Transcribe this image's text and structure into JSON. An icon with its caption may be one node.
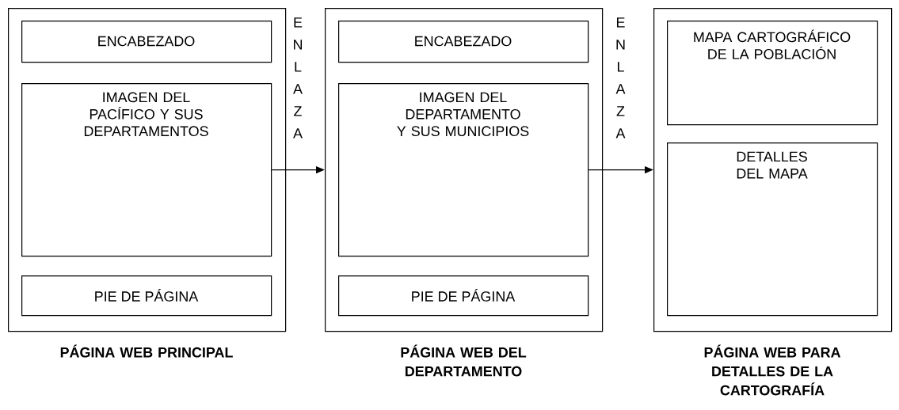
{
  "diagram": {
    "nodes": [
      {
        "text": [
          "PÁGINA WEB PRINCIPAL"
        ]
      },
      {
        "text": [
          "ENCABEZADO"
        ],
        "in": 0
      },
      {
        "text": [
          "IMAGEN DEL PACÍFICO Y SUS DEPARTAMENTOS"
        ],
        "in": 0
      },
      {
        "text": [
          "PIE DE PÁGINA"
        ],
        "in": 0
      },
      {
        "text": [
          "PÁGINA WEB DEL DEPARTAMENTO"
        ]
      },
      {
        "text": [
          "ENCABEZADO"
        ],
        "in": 4
      },
      {
        "text": [
          "IMAGEN DEL DEPARTAMENTO Y SUS MUNICIPIOS"
        ],
        "in": 4
      },
      {
        "text": [
          "PIE DE PÁGINA"
        ],
        "in": 4
      },
      {
        "text": [
          "PÁGINA WEB PARA DETALLES DE LA CARTOGRAFÍA"
        ]
      },
      {
        "text": [
          "MAPA CARTOGRÁFICO DE LA POBLACIÓN"
        ],
        "in": 8
      },
      {
        "text": [
          "DETALLES DEL MAPA"
        ],
        "in": 8
      }
    ],
    "edges": [
      {
        "from": 2,
        "to": 4,
        "arrow": "to",
        "label": "ENLAZA"
      },
      {
        "from": 6,
        "to": 8,
        "arrow": "to",
        "label": "ENLAZA"
      }
    ]
  }
}
